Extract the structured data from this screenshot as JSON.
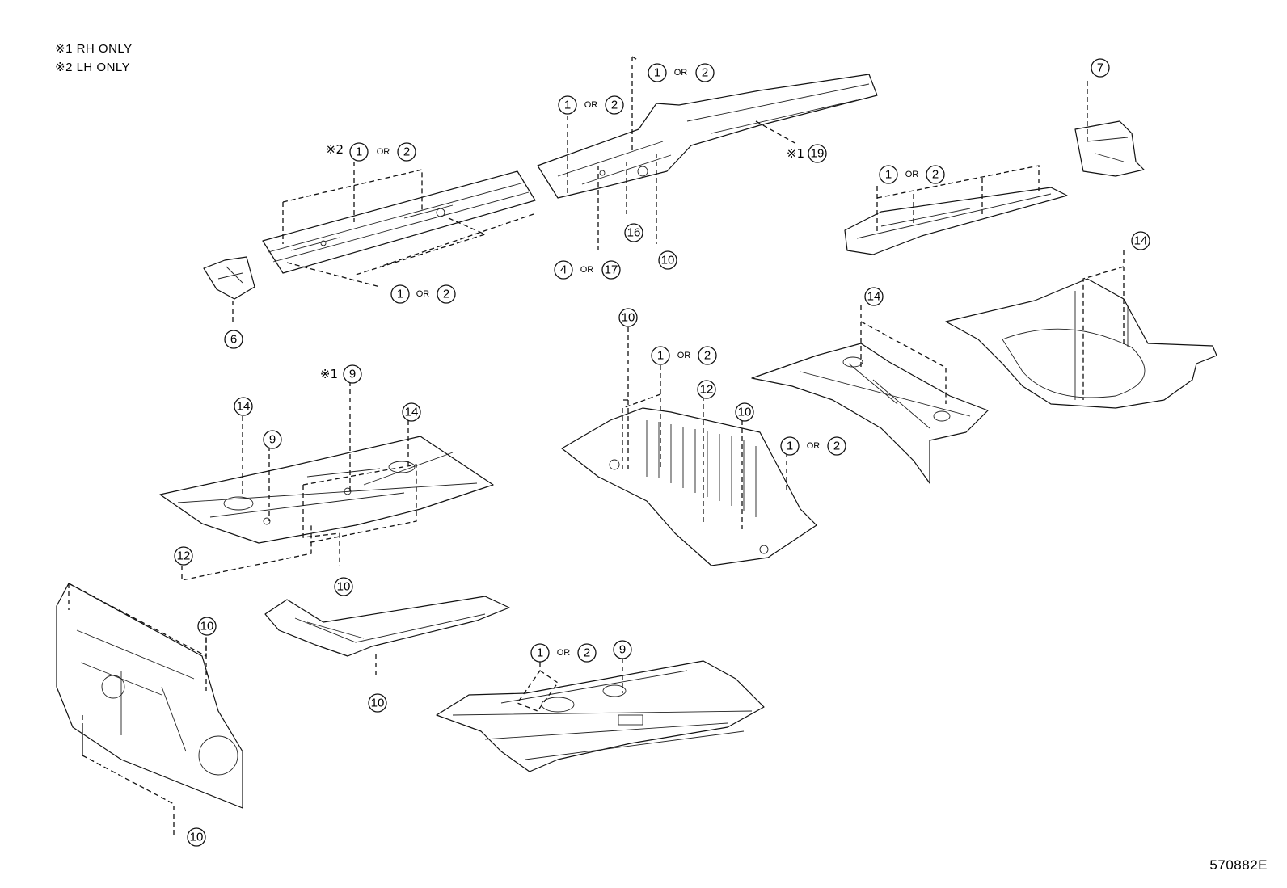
{
  "notes": {
    "rh_only": "※1 RH ONLY",
    "lh_only": "※2 LH ONLY"
  },
  "drawing_id": "570882E",
  "connector": "OR",
  "marks": {
    "rh": "※1",
    "lh": "※2"
  },
  "labels": {
    "c1": "1",
    "c2": "2",
    "c4": "4",
    "c6": "6",
    "c7": "7",
    "c9": "9",
    "c10": "10",
    "c12": "12",
    "c14": "14",
    "c16": "16",
    "c17": "17",
    "c19": "19"
  }
}
